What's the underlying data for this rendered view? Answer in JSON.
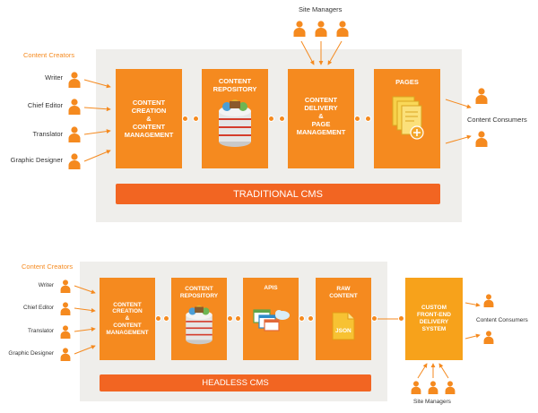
{
  "traditional": {
    "creators_title": "Content Creators",
    "creators": [
      "Writer",
      "Chief Editor",
      "Translator",
      "Graphic Designer"
    ],
    "boxes": [
      "CONTENT\nCREATION\n&\nCONTENT\nMANAGEMENT",
      "CONTENT\nREPOSITORY",
      "CONTENT\nDELIVERY\n&\nPAGE\nMANAGEMENT",
      "PAGES"
    ],
    "bar_label": "TRADITIONAL CMS",
    "managers_label": "Site Managers",
    "consumers_label": "Content Consumers"
  },
  "headless": {
    "creators_title": "Content Creators",
    "creators": [
      "Writer",
      "Chief Editor",
      "Translator",
      "Graphic Designer"
    ],
    "boxes": [
      "CONTENT\nCREATION\n&\nCONTENT\nMANAGEMENT",
      "CONTENT\nREPOSITORY",
      "APIs",
      "RAW\nCONTENT",
      "CUSTOM\nFRONT-END\nDELIVERY\nSYSTEM"
    ],
    "json_label": "JSON",
    "bar_label": "HEADLESS CMS",
    "managers_label": "Site Managers",
    "consumers_label": "Content Consumers"
  },
  "colors": {
    "orange": "#f58a1f",
    "dark_orange": "#f26522",
    "panel": "#efeeeb"
  },
  "icons": [
    "person-icon",
    "database-icon",
    "pages-icon",
    "api-icon",
    "json-file-icon"
  ]
}
